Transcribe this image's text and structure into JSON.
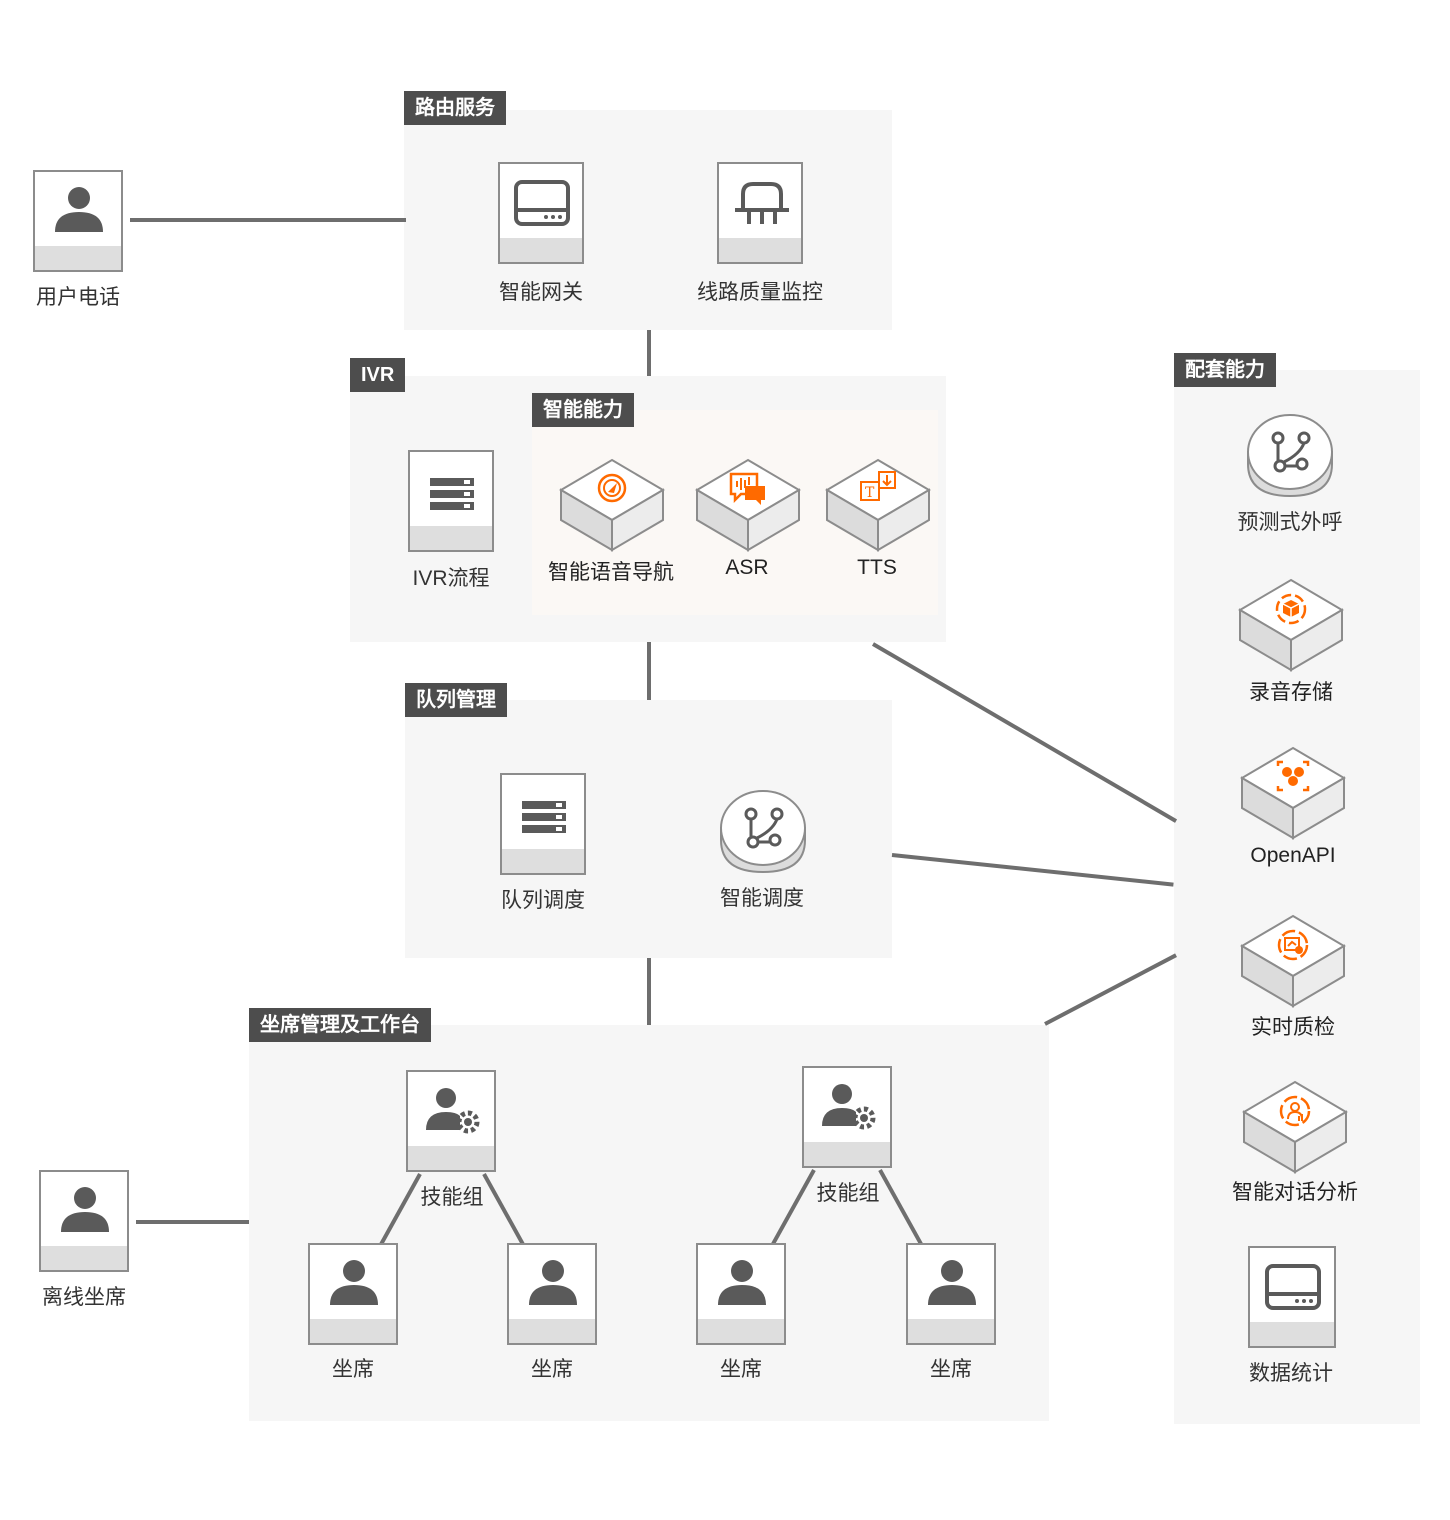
{
  "groups": {
    "routing": "路由服务",
    "ivr": "IVR",
    "ai": "智能能力",
    "queue": "队列管理",
    "agent": "坐席管理及工作台",
    "support": "配套能力"
  },
  "nodes": {
    "user_phone": "用户电话",
    "gateway": "智能网关",
    "line_monitor": "线路质量监控",
    "ivr_flow": "IVR流程",
    "voice_nav": "智能语音导航",
    "asr": "ASR",
    "tts": "TTS",
    "queue_dispatch": "队列调度",
    "smart_dispatch": "智能调度",
    "offline_agent": "离线坐席",
    "skill_group_1": "技能组",
    "skill_group_2": "技能组",
    "agent_1": "坐席",
    "agent_2": "坐席",
    "agent_3": "坐席",
    "agent_4": "坐席",
    "predictive": "预测式外呼",
    "recording": "录音存储",
    "openapi": "OpenAPI",
    "realtime_qc": "实时质检",
    "dialog_analysis": "智能对话分析",
    "statistics": "数据统计"
  },
  "colors": {
    "panel": "#f6f6f6",
    "tag": "#4d4d4d",
    "line": "#6e6e6e",
    "accent": "#ff6a00",
    "icon": "#5a5a5a"
  }
}
